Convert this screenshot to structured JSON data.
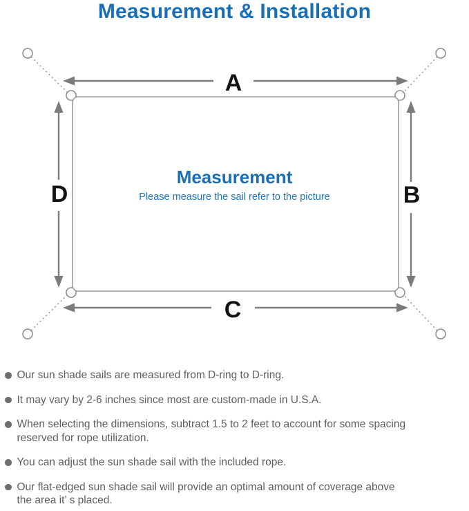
{
  "page": {
    "title": "Measurement & Installation"
  },
  "diagram": {
    "center": {
      "title": "Measurement",
      "subtitle": "Please measure the sail refer to the picture"
    },
    "side_labels": {
      "top": "A",
      "right": "B",
      "bottom": "C",
      "left": "D"
    }
  },
  "colors": {
    "accent_blue": "#1a6eb5",
    "subtitle_blue": "#1b74bd",
    "note_text_gray": "#5e5e5e",
    "diagram_line_gray": "#7b7b7b",
    "sail_outline_gray": "#9c9c9c"
  },
  "notes": {
    "items": [
      {
        "text": "Our sun shade sails are measured from D-ring to D-ring."
      },
      {
        "text": "It may vary by 2-6 inches since most are custom-made in U.S.A."
      },
      {
        "text": "When selecting the dimensions, subtract 1.5 to 2 feet to account for some spacing\nreserved for rope utilization."
      },
      {
        "text": "You can adjust the sun shade sail with the included rope."
      },
      {
        "text": "Our flat-edged sun shade sail will provide an optimal amount of coverage above\nthe area it’ s placed."
      }
    ]
  }
}
